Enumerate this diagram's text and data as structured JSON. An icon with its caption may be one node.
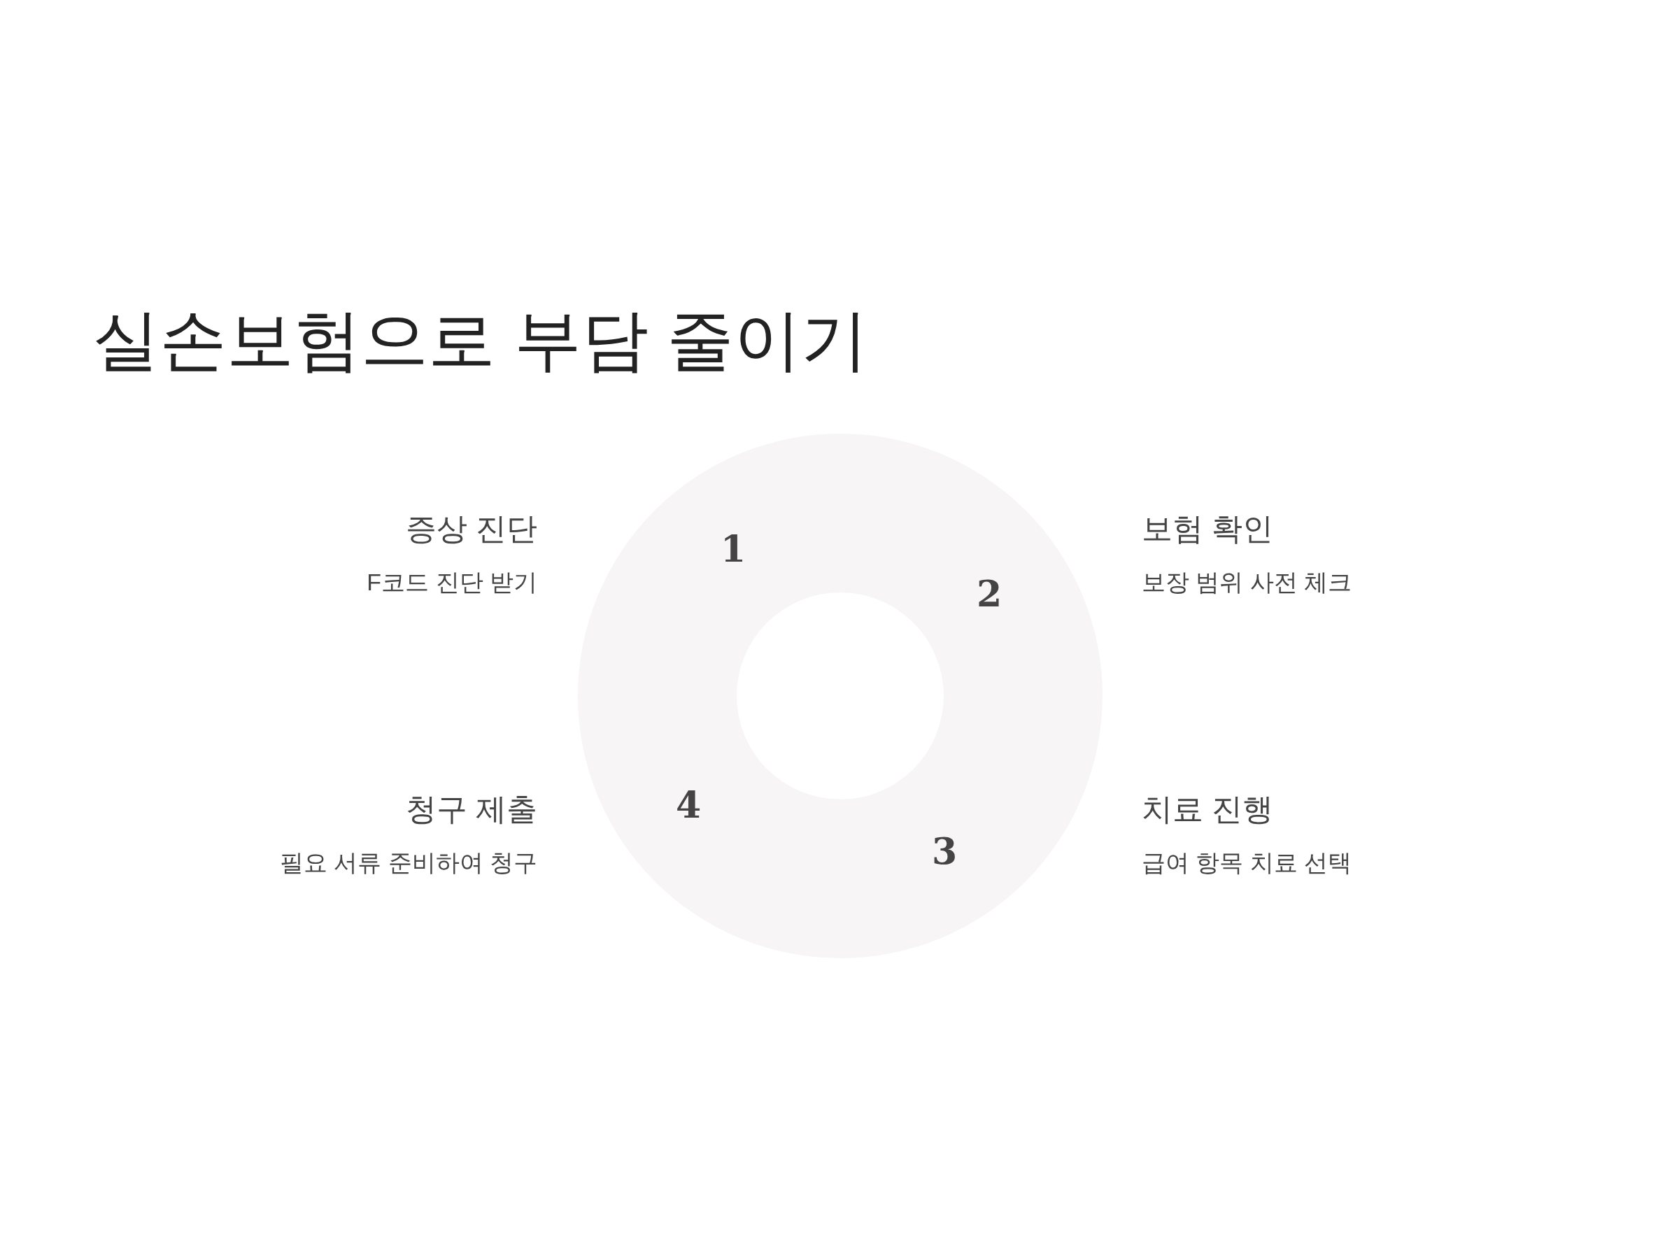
{
  "diagram": {
    "title": "실손보험으로 부담 줄이기",
    "nodes": [
      {
        "text": [
          "1"
        ],
        "beside": [
          "증상 진단",
          "F코드 진단 받기"
        ]
      },
      {
        "text": [
          "2"
        ],
        "beside": [
          "보험 확인",
          "보장 범위 사전 체크"
        ]
      },
      {
        "text": [
          "3"
        ],
        "beside": [
          "치료 진행",
          "급여 항목 치료 선택"
        ]
      },
      {
        "text": [
          "4"
        ],
        "beside": [
          "청구 제출",
          "필요 서류 준비하여 청구"
        ]
      }
    ]
  }
}
